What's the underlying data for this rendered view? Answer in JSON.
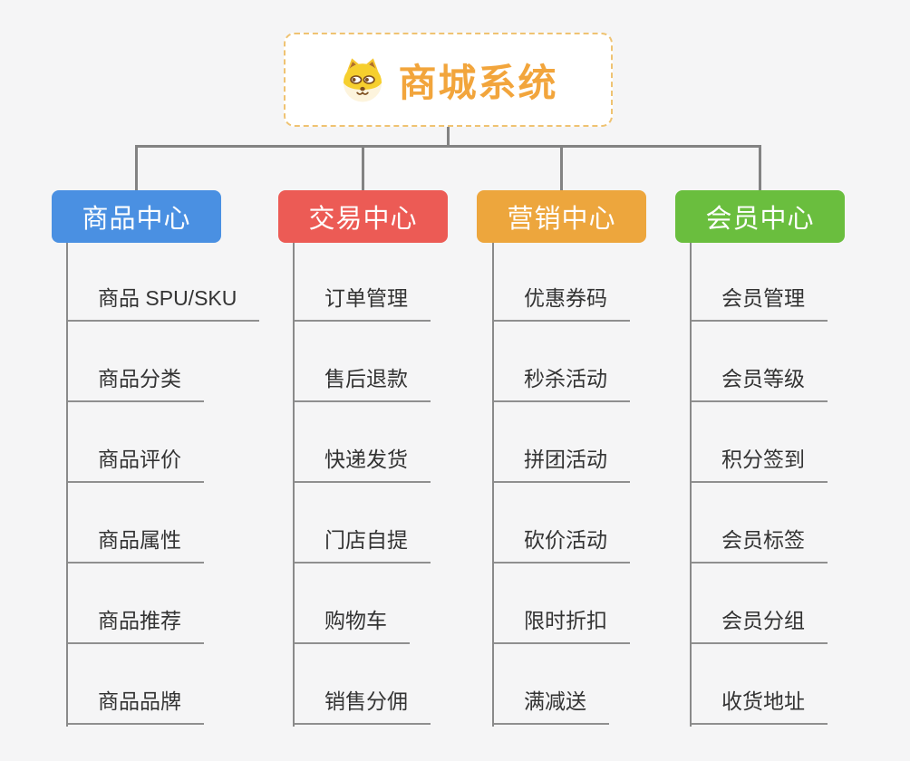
{
  "root": {
    "title": "商城系统",
    "icon": "shiba-dog-icon",
    "accent_color": "#f2a53c",
    "border_color": "#efc372"
  },
  "colors": {
    "background": "#f5f5f6",
    "connector": "#838383",
    "leaf_text": "#333333",
    "leaf_underline": "#8f8f8f"
  },
  "branches": [
    {
      "label": "商品中心",
      "color": "#4a90e2",
      "items": [
        "商品 SPU/SKU",
        "商品分类",
        "商品评价",
        "商品属性",
        "商品推荐",
        "商品品牌"
      ]
    },
    {
      "label": "交易中心",
      "color": "#ec5b55",
      "items": [
        "订单管理",
        "售后退款",
        "快递发货",
        "门店自提",
        "购物车",
        "销售分佣"
      ]
    },
    {
      "label": "营销中心",
      "color": "#eda63d",
      "items": [
        "优惠券码",
        "秒杀活动",
        "拼团活动",
        "砍价活动",
        "限时折扣",
        "满减送"
      ]
    },
    {
      "label": "会员中心",
      "color": "#6abe3e",
      "items": [
        "会员管理",
        "会员等级",
        "积分签到",
        "会员标签",
        "会员分组",
        "收货地址"
      ]
    }
  ]
}
